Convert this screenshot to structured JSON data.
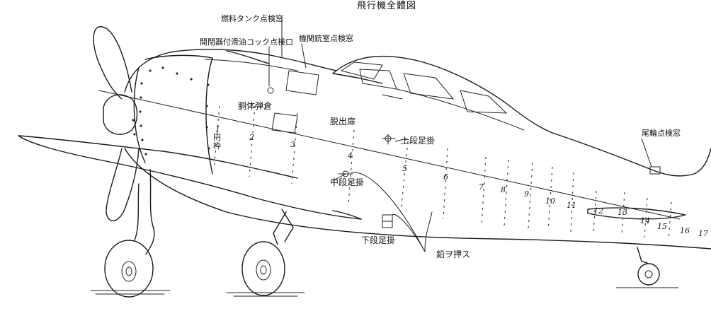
{
  "title": "飛行機全體図",
  "labels": {
    "fuel_tank": "燃料タンク点検窓",
    "oil_filler": "開閉器付滑油コック点検口",
    "gun_bay": "機関銃室点検窓",
    "fuselage_bay": "胴体弾倉",
    "hatch": "脱出扉",
    "frame_1": "1",
    "frame_1_sub": "円枠",
    "upper_step": "上段足掛",
    "middle_step": "中段足掛",
    "lower_step": "下段足掛",
    "lead_weight": "鉛ヲ押ス",
    "tail_wheel": "尾輪点検窓"
  },
  "frame_numbers": [
    "2",
    "3",
    "4",
    "5",
    "6",
    "7",
    "8",
    "9",
    "10",
    "11",
    "12",
    "13",
    "14",
    "15",
    "16",
    "17"
  ]
}
